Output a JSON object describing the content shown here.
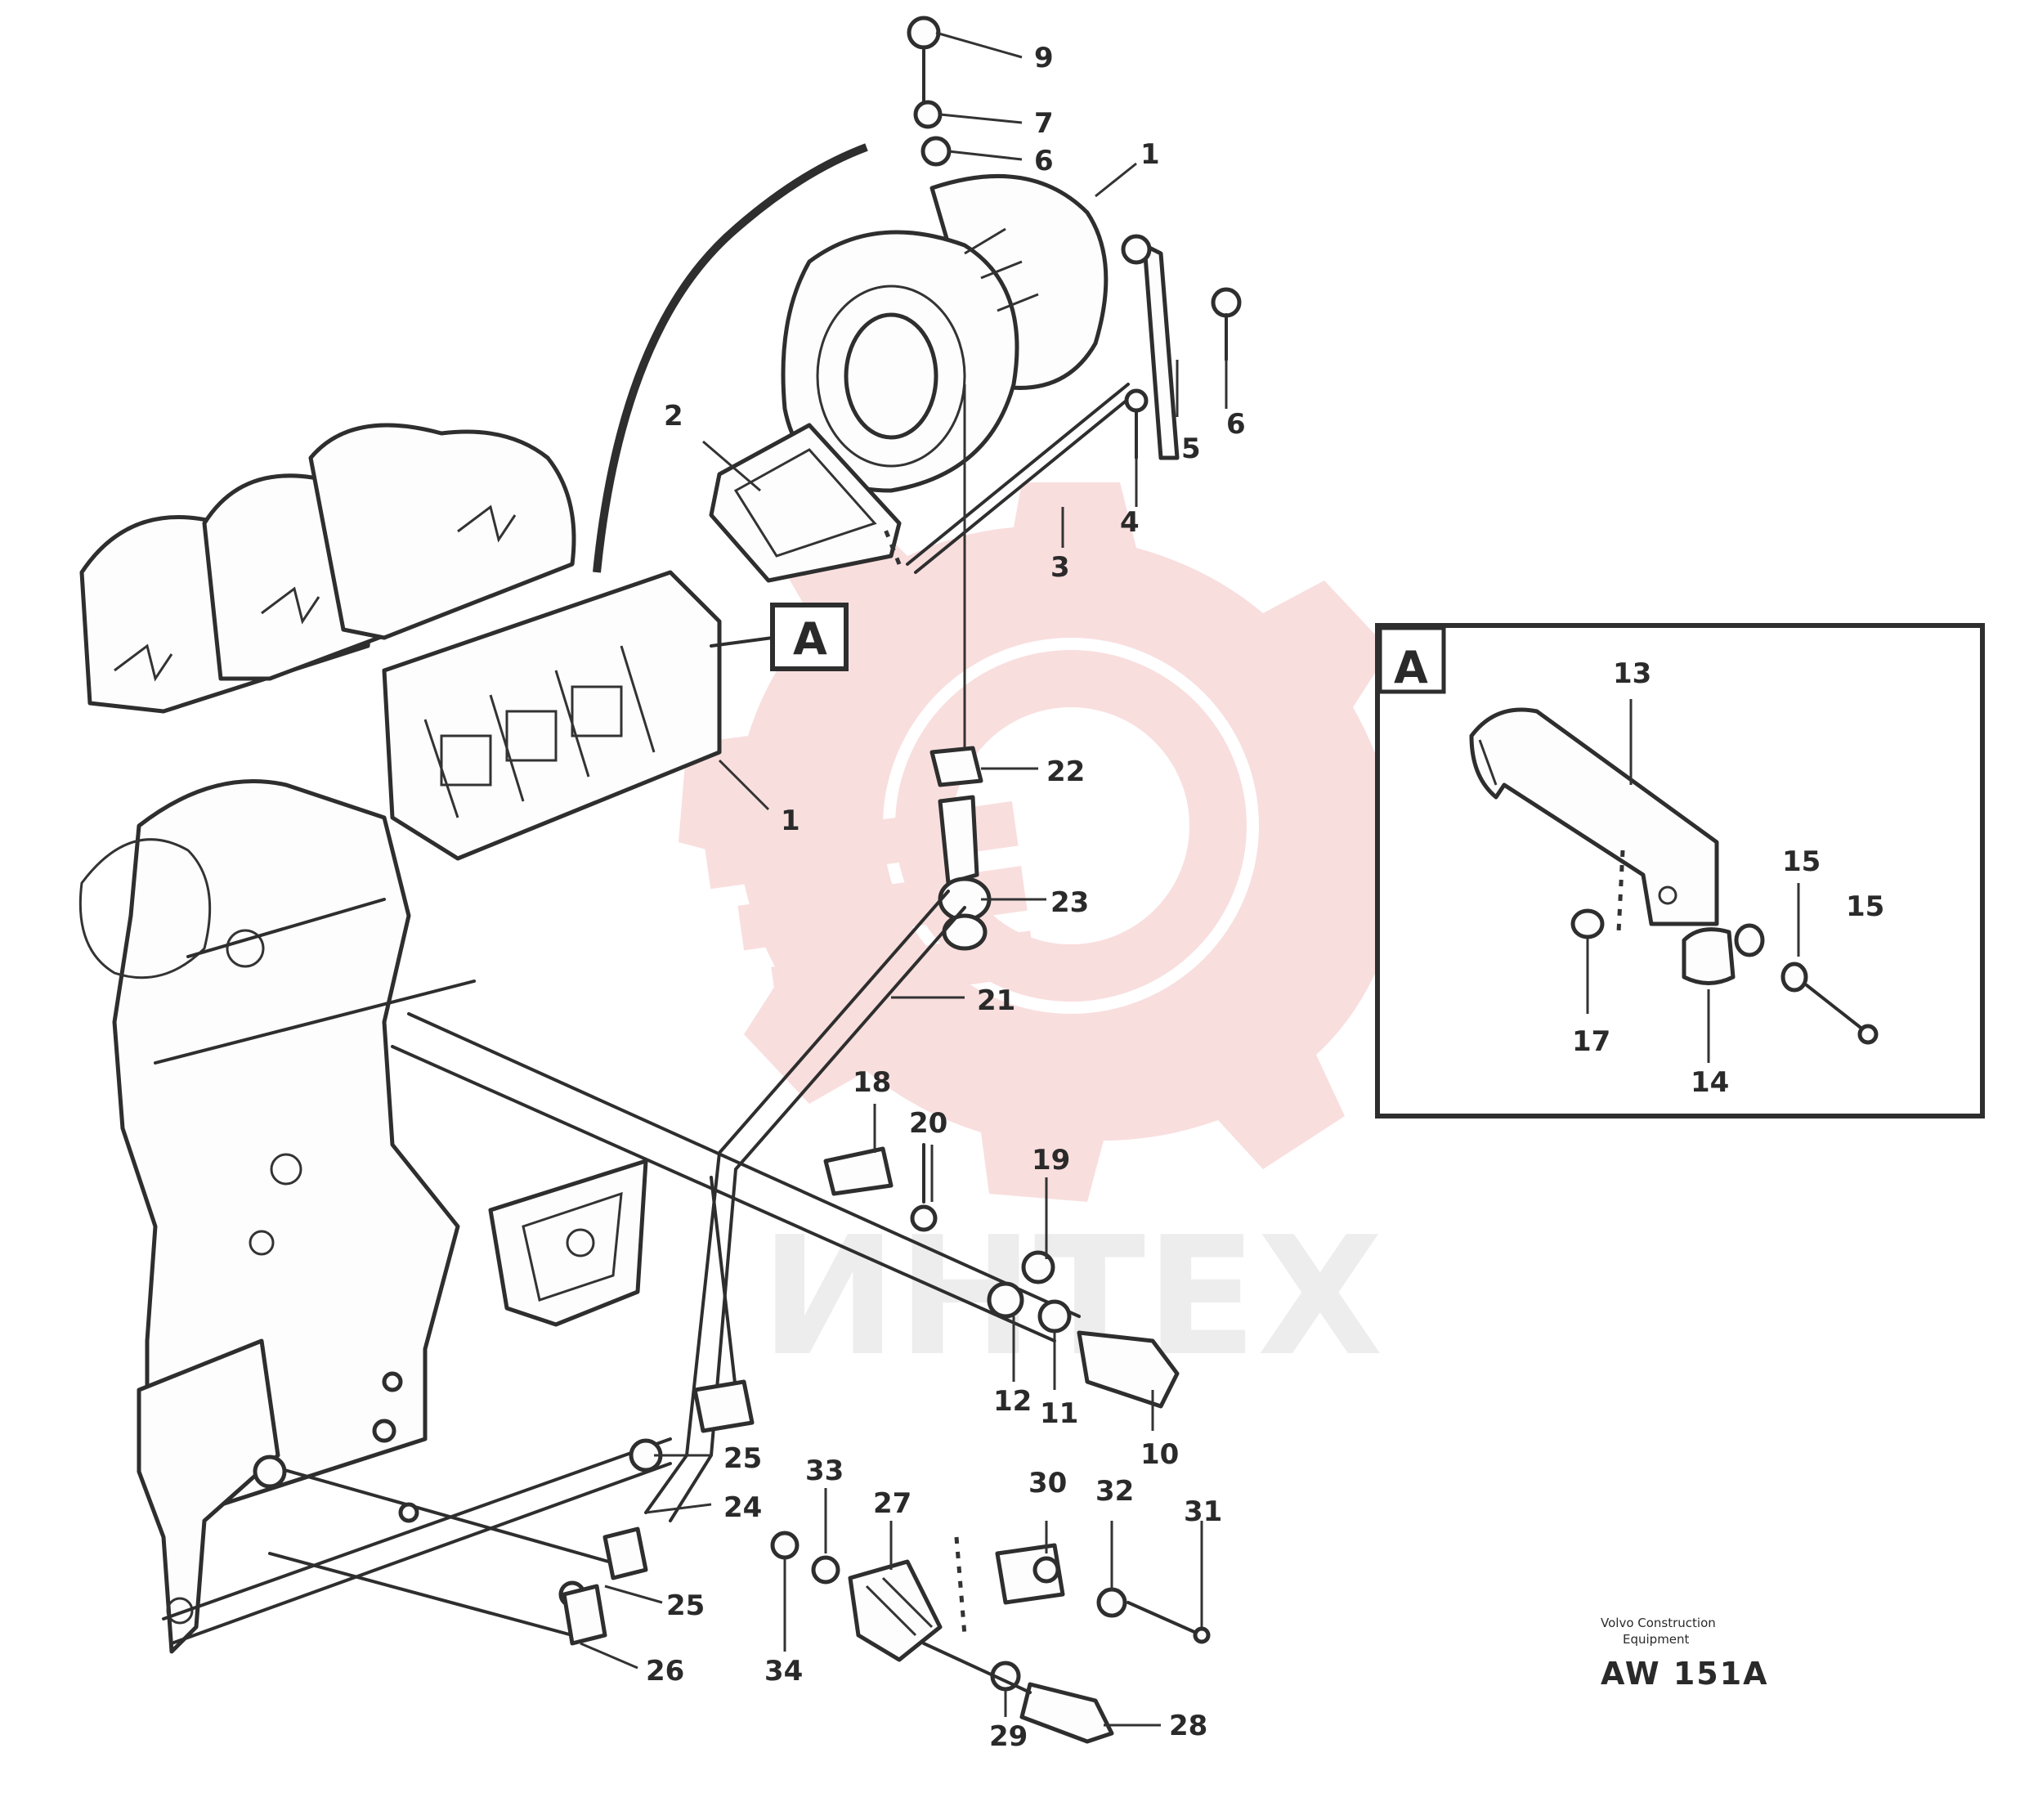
{
  "diagram": {
    "part_labels": [
      {
        "id": "9",
        "text": "9"
      },
      {
        "id": "7",
        "text": "7"
      },
      {
        "id": "6a",
        "text": "6"
      },
      {
        "id": "1a",
        "text": "1"
      },
      {
        "id": "2",
        "text": "2"
      },
      {
        "id": "5",
        "text": "5"
      },
      {
        "id": "6b",
        "text": "6"
      },
      {
        "id": "4",
        "text": "4"
      },
      {
        "id": "3",
        "text": "3"
      },
      {
        "id": "1b",
        "text": "1"
      },
      {
        "id": "22",
        "text": "22"
      },
      {
        "id": "23",
        "text": "23"
      },
      {
        "id": "21",
        "text": "21"
      },
      {
        "id": "18",
        "text": "18"
      },
      {
        "id": "20",
        "text": "20"
      },
      {
        "id": "19",
        "text": "19"
      },
      {
        "id": "12",
        "text": "12"
      },
      {
        "id": "11",
        "text": "11"
      },
      {
        "id": "10",
        "text": "10"
      },
      {
        "id": "25a",
        "text": "25"
      },
      {
        "id": "24",
        "text": "24"
      },
      {
        "id": "33",
        "text": "33"
      },
      {
        "id": "27",
        "text": "27"
      },
      {
        "id": "30",
        "text": "30"
      },
      {
        "id": "32",
        "text": "32"
      },
      {
        "id": "31",
        "text": "31"
      },
      {
        "id": "25b",
        "text": "25"
      },
      {
        "id": "26",
        "text": "26"
      },
      {
        "id": "34",
        "text": "34"
      },
      {
        "id": "29",
        "text": "29"
      },
      {
        "id": "28",
        "text": "28"
      }
    ],
    "callout_letter": "A",
    "inset": {
      "letter": "A",
      "part_labels": [
        {
          "id": "13",
          "text": "13"
        },
        {
          "id": "15a",
          "text": "15"
        },
        {
          "id": "15b",
          "text": "15"
        },
        {
          "id": "17",
          "text": "17"
        },
        {
          "id": "14",
          "text": "14"
        }
      ]
    },
    "reference_small_line1": "Volvo Construction",
    "reference_small_line2": "Equipment",
    "reference_code": "AW 151A",
    "watermark_text": "ИНТЕХ",
    "watermark_color": "#f2b5b5"
  }
}
